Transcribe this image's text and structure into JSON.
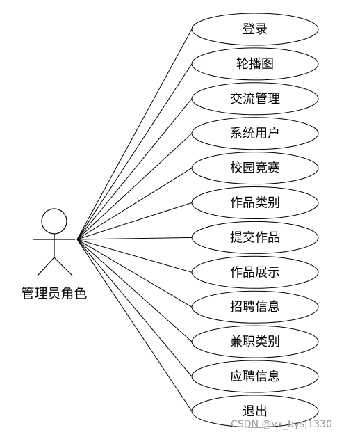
{
  "actor": {
    "label": "管理员角色",
    "icon": "stick-figure-icon"
  },
  "use_cases": [
    "登录",
    "轮播图",
    "交流管理",
    "系统用户",
    "校园竞赛",
    "作品类别",
    "提交作品",
    "作品展示",
    "招聘信息",
    "兼职类别",
    "应聘信息",
    "退出"
  ],
  "watermark": "CSDN @vx_bysj1330",
  "colors": {
    "stroke": "#000000",
    "background": "#ffffff",
    "watermark": "#999999"
  }
}
